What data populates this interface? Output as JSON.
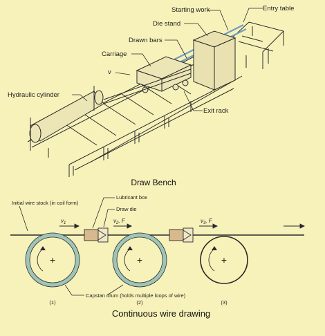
{
  "draw_bench": {
    "caption": "Draw Bench",
    "labels": {
      "starting_work": "Starting work",
      "entry_table": "Entry table",
      "die_stand": "Die stand",
      "drawn_bars": "Drawn bars",
      "carriage": "Carriage",
      "velocity": "v",
      "hydraulic_cylinder": "Hydraulic cylinder",
      "exit_rack": "Exit rack"
    }
  },
  "wire_drawing": {
    "caption": "Continuous wire drawing",
    "labels": {
      "initial_wire_stock": "Initial wire stock (in coil form)",
      "lubricant_box": "Lubricant box",
      "draw_die": "Draw die",
      "v1": "v",
      "v1_sub": "1",
      "v2": "v",
      "v2_sub": "2",
      "v2_force": ", F",
      "v3": "v",
      "v3_sub": "3",
      "v3_force": ", F",
      "capstan_drum": "Capstan drum (holds multiple loops of wire)",
      "stage1": "(1)",
      "stage2": "(2)",
      "stage3": "(3)",
      "center_mark": "+"
    }
  },
  "colors": {
    "background": "#f7f2ba",
    "line": "#2a2a2a",
    "drum_ring": "#9fc5b8",
    "bar_blue": "#6f9fc0"
  }
}
